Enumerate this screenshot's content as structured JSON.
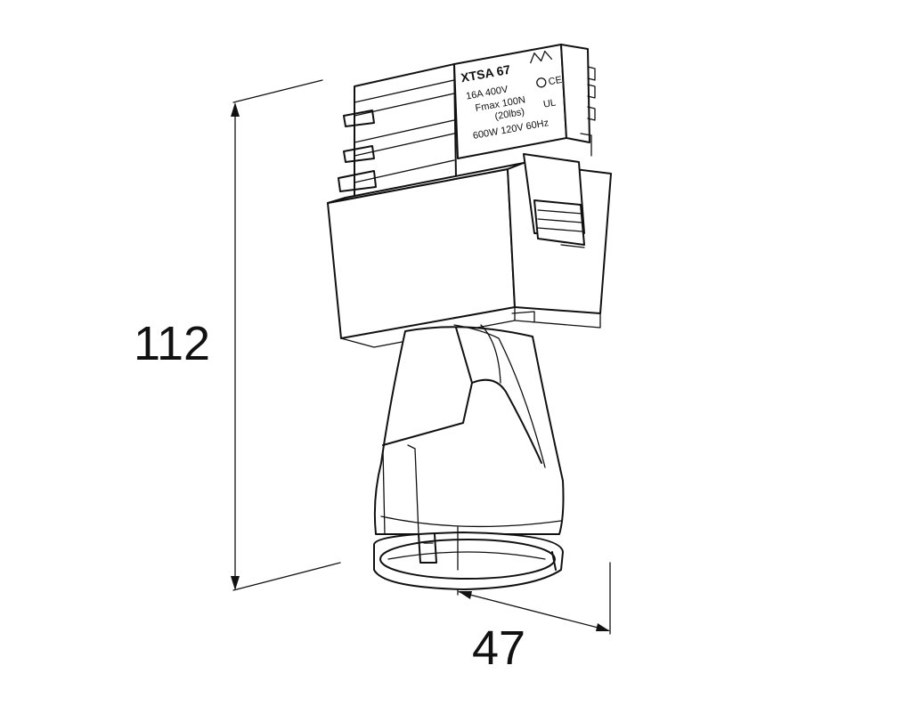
{
  "dimensions": {
    "height_label": "112",
    "width_label": "47"
  },
  "product_label": {
    "model": "XTSA 67",
    "line1": "16A 400V",
    "line2": "Fmax 100N",
    "line3": "(20lbs)",
    "line4": "600W 120V 60Hz"
  },
  "colors": {
    "line": "#111111",
    "background": "#ffffff"
  }
}
